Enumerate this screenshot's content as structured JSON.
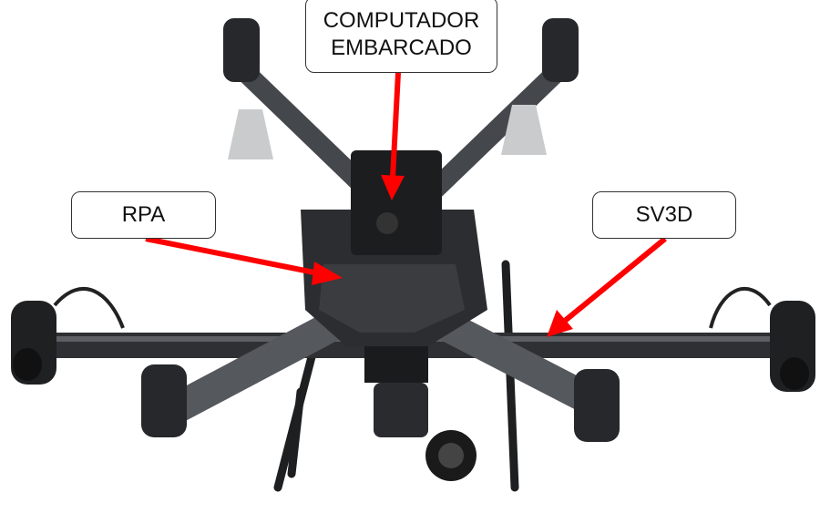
{
  "labels": {
    "computer_line1": "COMPUTADOR",
    "computer_line2": "EMBARCADO",
    "rpa": "RPA",
    "sv3d": "SV3D"
  },
  "colors": {
    "arrow": "#ff0000",
    "body": "#2b2d30",
    "arm": "#4a4d52",
    "antenna": "#c9cbcd"
  }
}
